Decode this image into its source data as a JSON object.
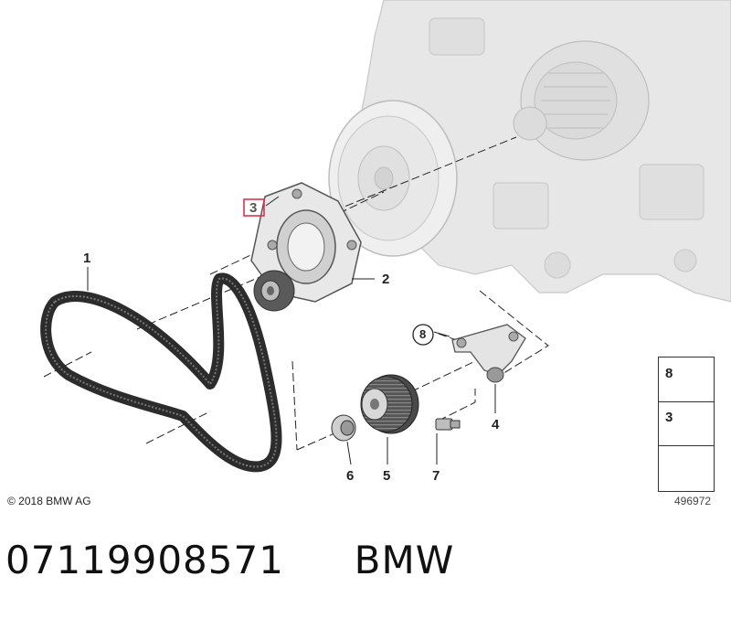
{
  "callouts": {
    "c1": "1",
    "c2": "2",
    "c3": "3",
    "c4": "4",
    "c5": "5",
    "c6": "6",
    "c7": "7",
    "c8": "8"
  },
  "legend": {
    "items": [
      {
        "number": "8",
        "icon": "bolt-icon"
      },
      {
        "number": "3",
        "icon": "hex-bolt-icon"
      },
      {
        "number": "",
        "icon": "direction-arrow-icon"
      }
    ]
  },
  "copyright": "© 2018 BMW AG",
  "diagram_number": "496972",
  "part_number": "07119908571",
  "brand": "BMW",
  "colors": {
    "highlight": "#e0304a",
    "engine": "#cfcfcf",
    "belt": "#333333"
  }
}
